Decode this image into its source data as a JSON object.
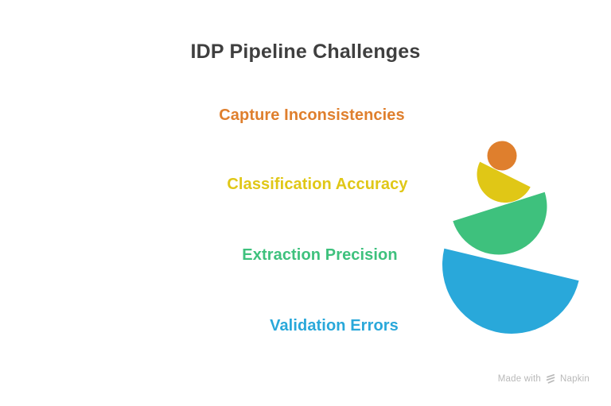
{
  "title": "IDP Pipeline Challenges",
  "items": [
    {
      "label": "Capture Inconsistencies",
      "color": "#df7f2d",
      "shape": "circle"
    },
    {
      "label": "Classification Accuracy",
      "color": "#e0c716",
      "shape": "semicircle-small"
    },
    {
      "label": "Extraction Precision",
      "color": "#3ec17d",
      "shape": "semicircle-medium"
    },
    {
      "label": "Validation Errors",
      "color": "#29a8da",
      "shape": "semicircle-large"
    }
  ],
  "footer": {
    "made_with": "Made with",
    "brand": "Napkin",
    "icon": "napkin-logo-icon"
  }
}
